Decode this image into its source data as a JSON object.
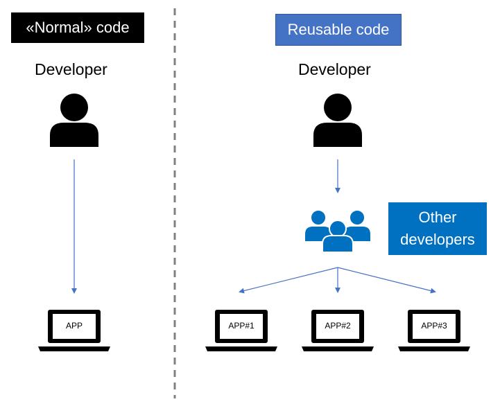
{
  "left": {
    "title": "«Normal» code",
    "developer_label": "Developer",
    "app_label": "APP"
  },
  "right": {
    "title": "Reusable code",
    "developer_label": "Developer",
    "other_developers_line1": "Other",
    "other_developers_line2": "developers",
    "apps": [
      "APP#1",
      "APP#2",
      "APP#3"
    ]
  },
  "colors": {
    "black_label": "#000000",
    "reusable_blue": "#4472c4",
    "other_blue": "#0070c0",
    "arrow_blue": "#4472c4",
    "divider_gray": "#808080"
  },
  "icons": [
    "person-icon",
    "group-icon",
    "laptop-icon"
  ]
}
